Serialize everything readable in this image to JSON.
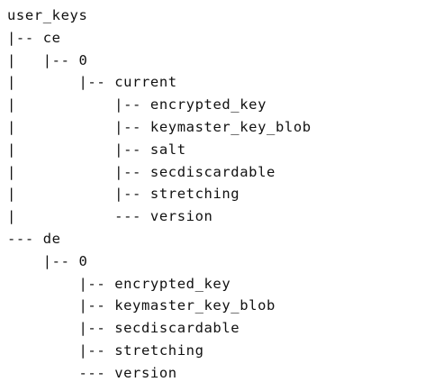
{
  "tree": {
    "lines": [
      {
        "prefix": "",
        "name": "user_keys"
      },
      {
        "prefix": "|-- ",
        "name": "ce"
      },
      {
        "prefix": "|   |-- ",
        "name": "0"
      },
      {
        "prefix": "|       |-- ",
        "name": "current"
      },
      {
        "prefix": "|           |-- ",
        "name": "encrypted_key"
      },
      {
        "prefix": "|           |-- ",
        "name": "keymaster_key_blob"
      },
      {
        "prefix": "|           |-- ",
        "name": "salt"
      },
      {
        "prefix": "|           |-- ",
        "name": "secdiscardable"
      },
      {
        "prefix": "|           |-- ",
        "name": "stretching"
      },
      {
        "prefix": "|           --- ",
        "name": "version"
      },
      {
        "prefix": "--- ",
        "name": "de"
      },
      {
        "prefix": "    |-- ",
        "name": "0"
      },
      {
        "prefix": "        |-- ",
        "name": "encrypted_key"
      },
      {
        "prefix": "        |-- ",
        "name": "keymaster_key_blob"
      },
      {
        "prefix": "        |-- ",
        "name": "secdiscardable"
      },
      {
        "prefix": "        |-- ",
        "name": "stretching"
      },
      {
        "prefix": "        --- ",
        "name": "version"
      }
    ]
  }
}
